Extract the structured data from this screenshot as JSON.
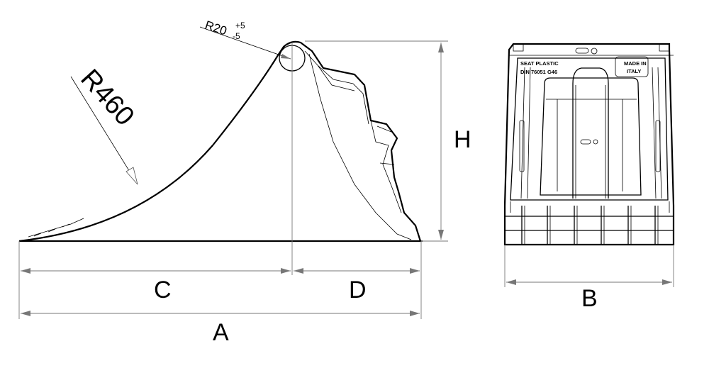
{
  "side_view": {
    "radius_large": "R460",
    "radius_small": "R20",
    "tol_plus": "+5",
    "tol_minus": "-5",
    "dim_a": "A",
    "dim_c": "C",
    "dim_d": "D",
    "dim_h": "H"
  },
  "front_view": {
    "emboss_line1": "SEAT PLASTIC",
    "emboss_line2": "DIN 76051 G46",
    "made_line1": "MADE IN",
    "made_line2": "ITALY",
    "dim_b": "B"
  },
  "colors": {
    "line": "#000000",
    "dimension": "#777777",
    "background": "#ffffff"
  }
}
